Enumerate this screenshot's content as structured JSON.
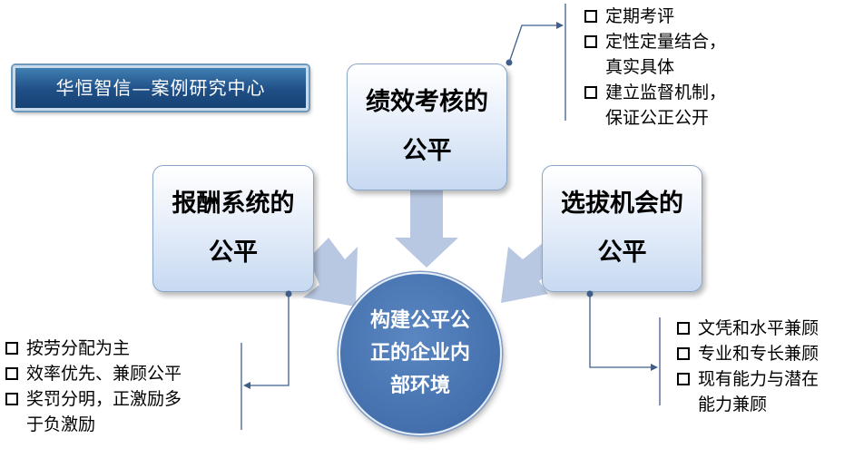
{
  "badge": {
    "text": "华恒智信—案例研究中心"
  },
  "top": {
    "title_lines": [
      "绩效考核的",
      "公平"
    ]
  },
  "left": {
    "title_lines": [
      "报酬系统的",
      "公平"
    ]
  },
  "right": {
    "title_lines": [
      "选拔机会的",
      "公平"
    ]
  },
  "center": {
    "lines": [
      "构建公平公",
      "正的企业内",
      "部环境"
    ]
  },
  "top_items": [
    {
      "lines": [
        "定期考评"
      ]
    },
    {
      "lines": [
        "定性定量结合，",
        "真实具体"
      ]
    },
    {
      "lines": [
        "建立监督机制，",
        "保证公正公开"
      ]
    }
  ],
  "left_items": [
    {
      "lines": [
        "按劳分配为主"
      ]
    },
    {
      "lines": [
        "效率优先、兼顾公平"
      ]
    },
    {
      "lines": [
        "奖罚分明，正激励多",
        "于负激励"
      ]
    }
  ],
  "right_items": [
    {
      "lines": [
        "文凭和水平兼顾"
      ]
    },
    {
      "lines": [
        "专业和专长兼顾"
      ]
    },
    {
      "lines": [
        "现有能力与潜在",
        "能力兼顾"
      ]
    }
  ],
  "colors": {
    "box_border": "#8aa6c8",
    "circle_fill": "#4470ad",
    "arrow_fill": "#b9c8e2",
    "connector": "#3f5f8a"
  }
}
